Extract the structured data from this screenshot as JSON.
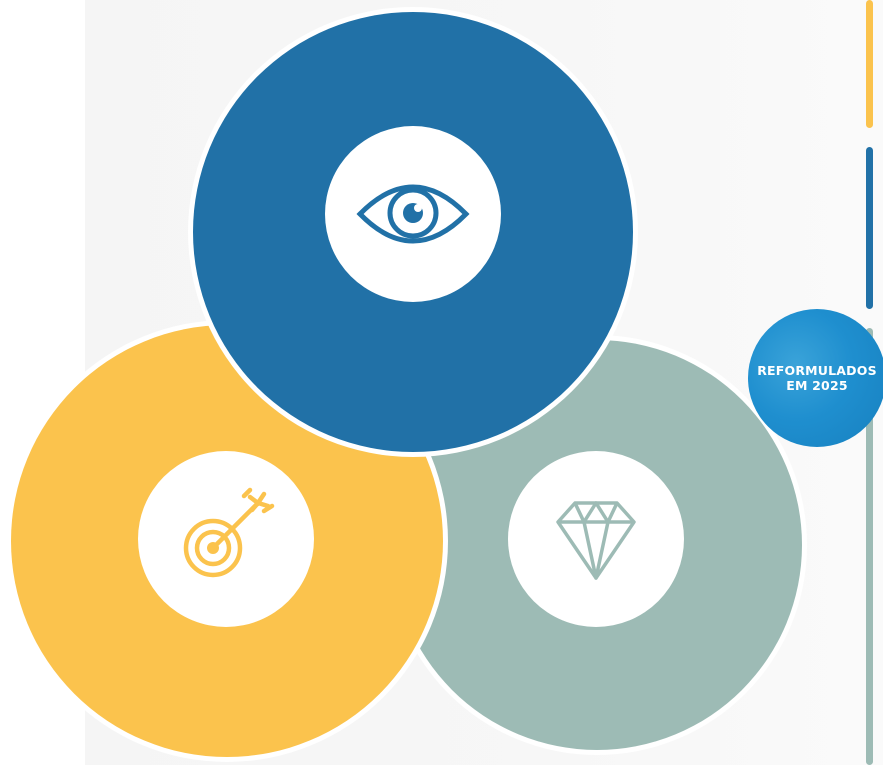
{
  "badge": {
    "line1": "REFORMULADOS",
    "line2": "EM 2025"
  },
  "colors": {
    "blue": "#2171a7",
    "yellow": "#fbc34d",
    "sage": "#9dbbb5",
    "badge_blue": "#1b8ccc",
    "white": "#ffffff"
  },
  "segments": [
    {
      "name": "vision",
      "icon": "eye-icon",
      "color": "#2171a7"
    },
    {
      "name": "mission",
      "icon": "target-icon",
      "color": "#fbc34d"
    },
    {
      "name": "values",
      "icon": "diamond-icon",
      "color": "#9dbbb5"
    }
  ],
  "side_bars": [
    {
      "color": "#fbc34d"
    },
    {
      "color": "#2171a7"
    },
    {
      "color": "#9dbbb5"
    }
  ]
}
